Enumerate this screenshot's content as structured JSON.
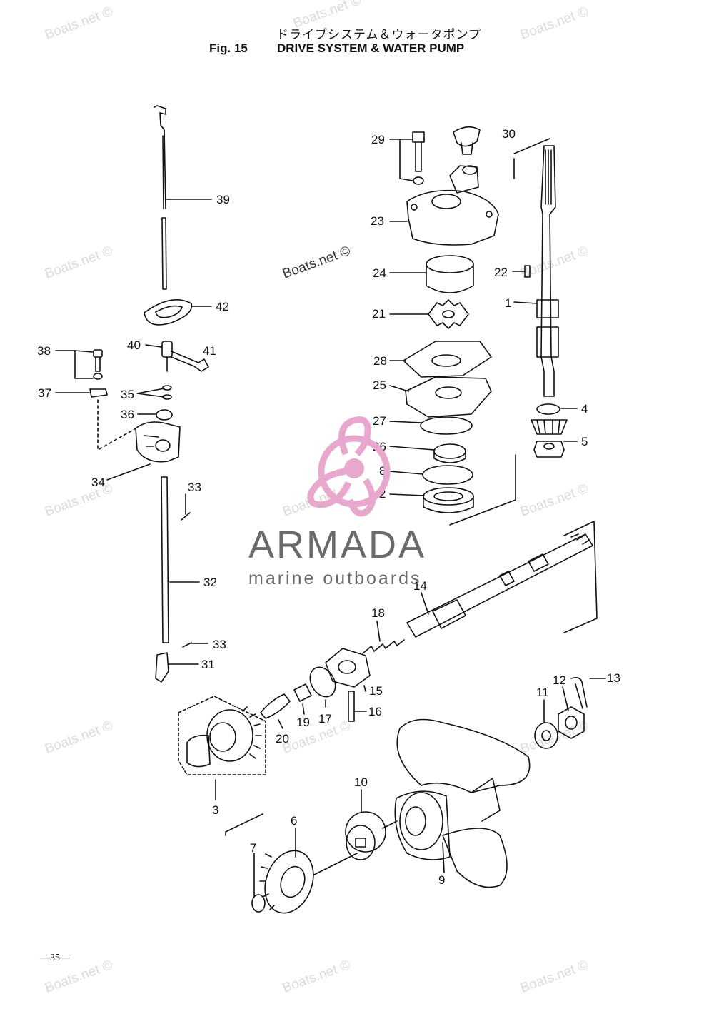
{
  "header": {
    "title_jp": "ドライブシステム＆ウォータポンプ",
    "fig_label": "Fig. 15",
    "title_en": "DRIVE SYSTEM & WATER PUMP"
  },
  "page_number": "—35—",
  "watermark": "Boats.net ©",
  "logo": {
    "name": "ARMADA",
    "tagline": "marine outboards",
    "accent_color": "#e8a7cc"
  },
  "part_numbers": [
    "1",
    "2",
    "3",
    "4",
    "5",
    "6",
    "7",
    "8",
    "9",
    "10",
    "11",
    "12",
    "13",
    "14",
    "15",
    "16",
    "17",
    "18",
    "19",
    "20",
    "21",
    "22",
    "23",
    "24",
    "25",
    "26",
    "27",
    "28",
    "29",
    "30",
    "31",
    "32",
    "33",
    "33",
    "34",
    "35",
    "36",
    "37",
    "38",
    "39",
    "40",
    "41",
    "42"
  ]
}
